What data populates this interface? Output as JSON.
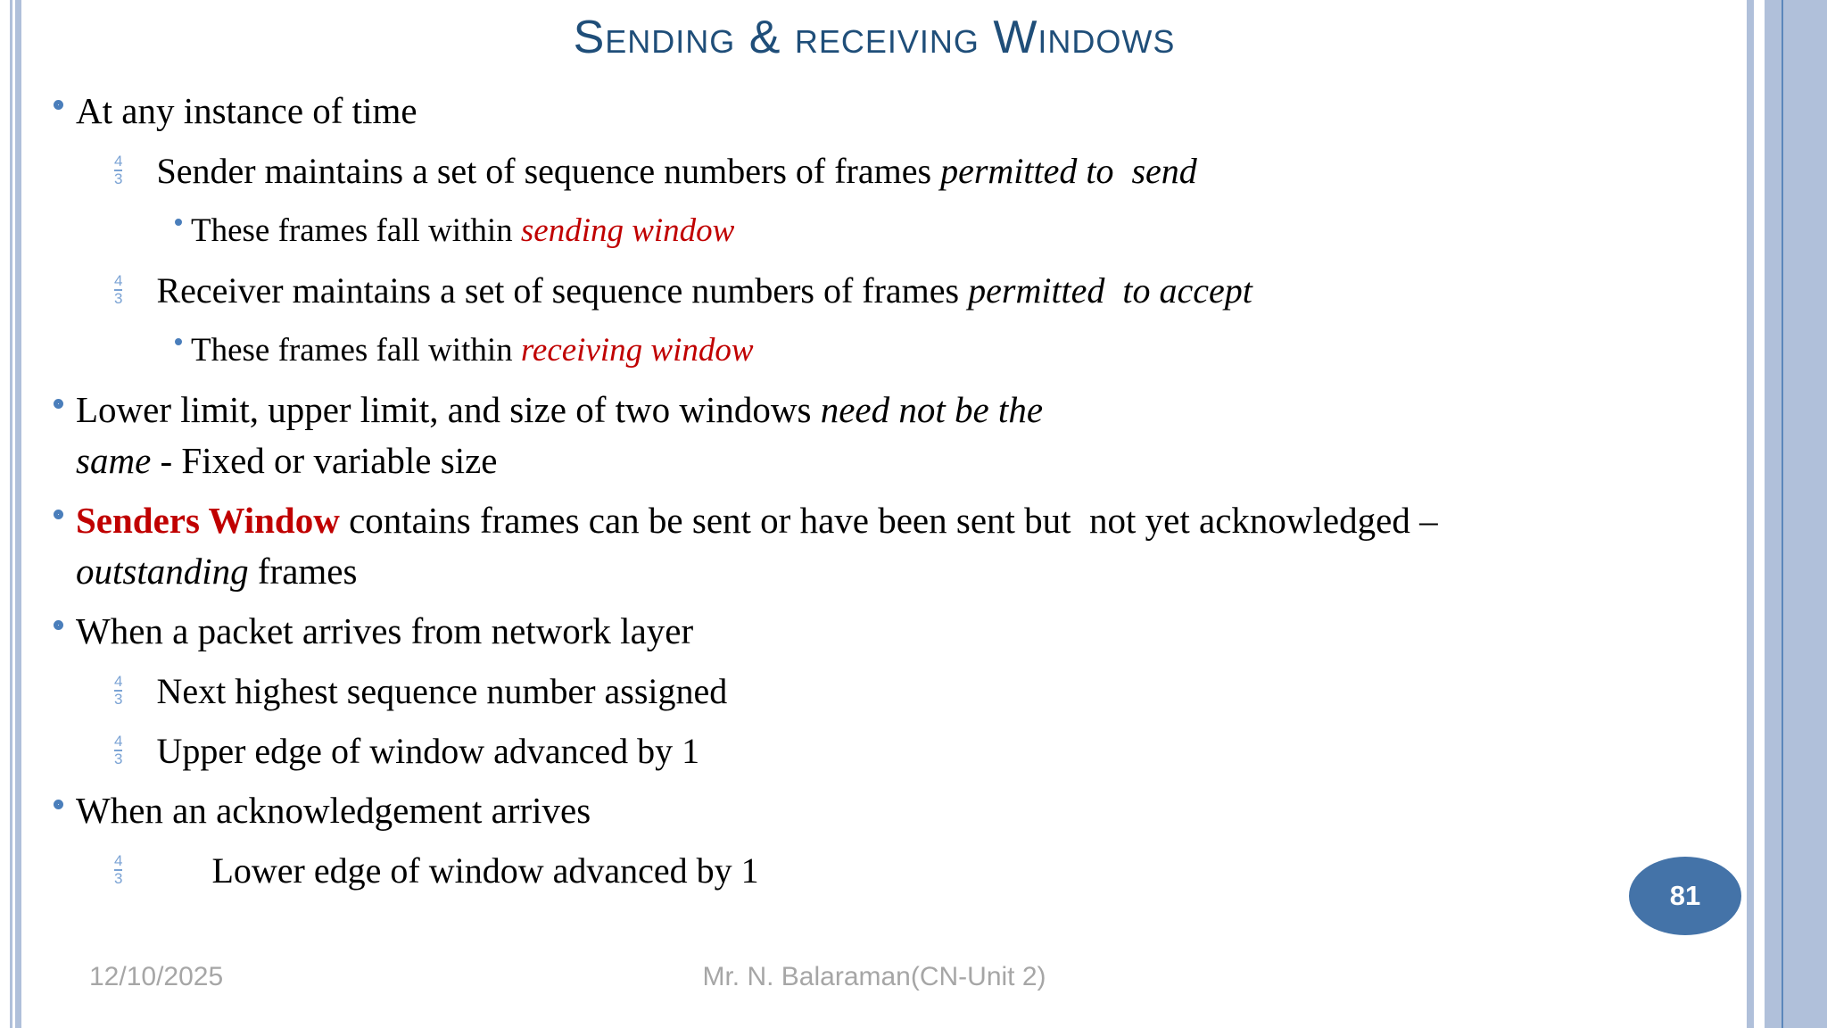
{
  "slide": {
    "title": "Sending & receiving Windows",
    "bullets": {
      "b1": {
        "text": "At any instance of time"
      },
      "b2": {
        "pre": "Sender maintains a set of sequence numbers of frames ",
        "em": "permitted to  send"
      },
      "b3": {
        "pre": "These frames fall within ",
        "em": "sending window"
      },
      "b4": {
        "pre": "Receiver maintains a set of sequence numbers of frames ",
        "em": "permitted  to accept"
      },
      "b5": {
        "pre": "These frames fall within ",
        "em": "receiving window"
      },
      "b6": {
        "pre": "Lower limit, upper limit, and size of two windows ",
        "em_line1": "need not be the",
        "em_line2": "same",
        "post": " - Fixed or variable size"
      },
      "b7": {
        "strong": "Senders Window",
        "mid": " contains frames can be sent or have been sent but  not yet acknowledged – ",
        "em": "outstanding",
        "post": " frames"
      },
      "b8": {
        "text": "When a packet arrives from network layer"
      },
      "b9": {
        "text": "Next highest sequence number assigned"
      },
      "b10": {
        "text": "Upper edge of window advanced by 1"
      },
      "b11": {
        "text": "When an acknowledgement arrives"
      },
      "b12": {
        "text": "Lower edge of window advanced by 1"
      }
    },
    "bullet_glyphs": {
      "level2_numerator": "4",
      "level2_denominator": "3"
    },
    "footer": {
      "date": "12/10/2025",
      "credit": "Mr. N. Balaraman(CN-Unit 2)",
      "page_number": "81"
    },
    "colors": {
      "title_navy": "#1F4E79",
      "ring_blue": "#4A7EBB",
      "fraction_blue": "#7BA3D4",
      "emphasis_red": "#C00000",
      "footer_gray": "#A6A6A6",
      "badge_fill": "#4473A8",
      "border_stripe": "#B0C0DA",
      "border_line": "#5B87BB"
    }
  }
}
